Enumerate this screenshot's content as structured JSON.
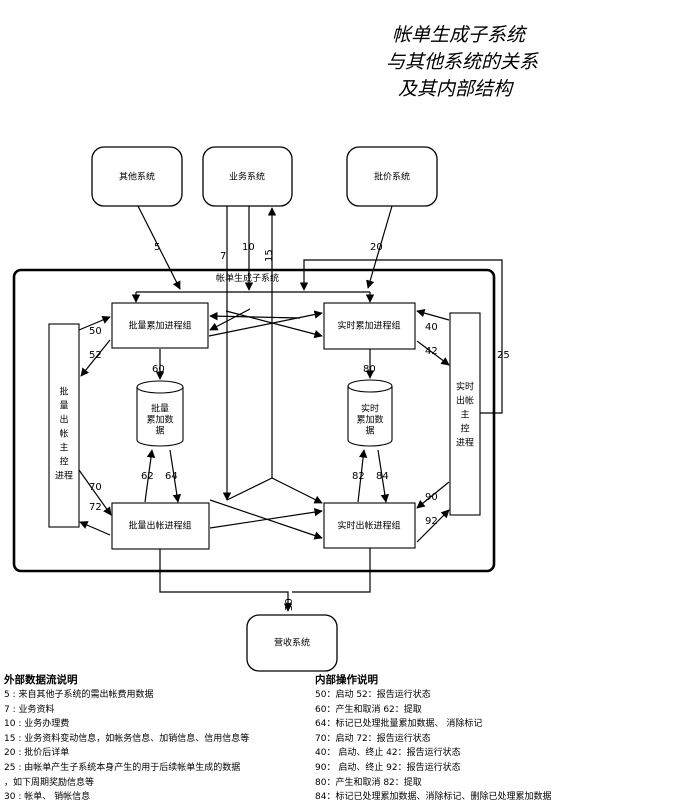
{
  "title": {
    "line1": "帐单生成子系统",
    "line2": "与其他系统的关系",
    "line3": "及其内部结构"
  },
  "external_systems": {
    "other": "其他系统",
    "business": "业务系统",
    "pricing": "批价系统",
    "receipt": "营收系统"
  },
  "subsystem": {
    "label": "帐单生成子系统",
    "batch_process": "批量累加进程组",
    "realtime_process": "实时累加进程组",
    "batch_db": [
      "批量",
      "累加数",
      "据"
    ],
    "realtime_db": [
      "实时",
      "累加数",
      "据"
    ],
    "batch_billing": "批量出帐进程组",
    "realtime_billing": "实时出帐进程组",
    "batch_master": [
      "批",
      "量",
      "出",
      "帐",
      "主",
      "控",
      "进程"
    ],
    "realtime_master": [
      "实时",
      "出帐",
      "主",
      "控",
      "进程"
    ]
  },
  "flow_labels": {
    "f5": "5",
    "f7": "7",
    "f10": "10",
    "f15": "15",
    "f20": "20",
    "f25": "25",
    "f30": "30",
    "f40": "40",
    "f42": "42",
    "f50": "50",
    "f52": "52",
    "f60": "60",
    "f62": "62",
    "f64": "64",
    "f70": "70",
    "f72": "72",
    "f80": "80",
    "f82": "82",
    "f84": "84",
    "f90": "90",
    "f92": "92"
  },
  "legend_external": {
    "heading": "外部数据流说明",
    "items": [
      "5   :   来自其他子系统的需出帐费用数据",
      "7   :   业务资料",
      "10 :   业务办理费",
      "15 :       业务资料变动信息，如帐务信息、加销信息、信用信息等",
      "20 :   批价后详单",
      "25 :       由帐单产生子系统本身产生的用于后续帐单生成的数据",
      "  ，如下周期奖励信息等",
      "30 :   帐单、  销帐信息"
    ]
  },
  "legend_internal": {
    "heading": "内部操作说明",
    "items": [
      "50：启动     52：报告运行状态",
      "60：产生和取消   62：提取",
      "64：标记已处理批量累加数据、 消除标记",
      "70：启动     72：报告运行状态",
      "40：     启动、终止    42：报告运行状态",
      "90：     启动、终止    92：报告运行状态",
      "80：产生和取消   82：提取",
      "84：标记已处理累加数据、消除标记、删除已处理累加数据"
    ]
  }
}
